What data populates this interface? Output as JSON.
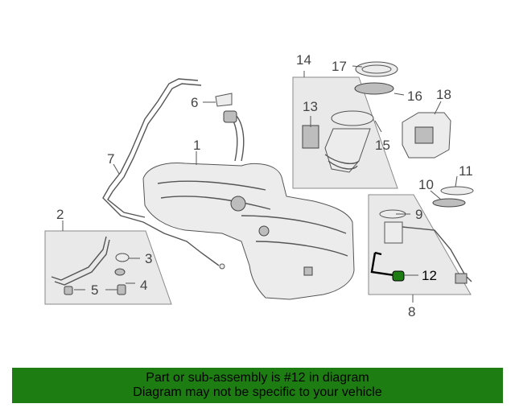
{
  "banner": {
    "line1": "Part or sub-assembly is #12 in diagram",
    "line2": "Diagram may not be specific to your vehicle",
    "background_color": "#1e7d12"
  },
  "callouts": {
    "c1": "1",
    "c2": "2",
    "c3": "3",
    "c4": "4",
    "c5": "5",
    "c6": "6",
    "c7": "7",
    "c8": "8",
    "c9": "9",
    "c10": "10",
    "c11": "11",
    "c12": "12",
    "c13": "13",
    "c14": "14",
    "c15": "15",
    "c16": "16",
    "c17": "17",
    "c18": "18"
  },
  "highlight": {
    "part_number": "12",
    "color": "#1e7d12"
  }
}
